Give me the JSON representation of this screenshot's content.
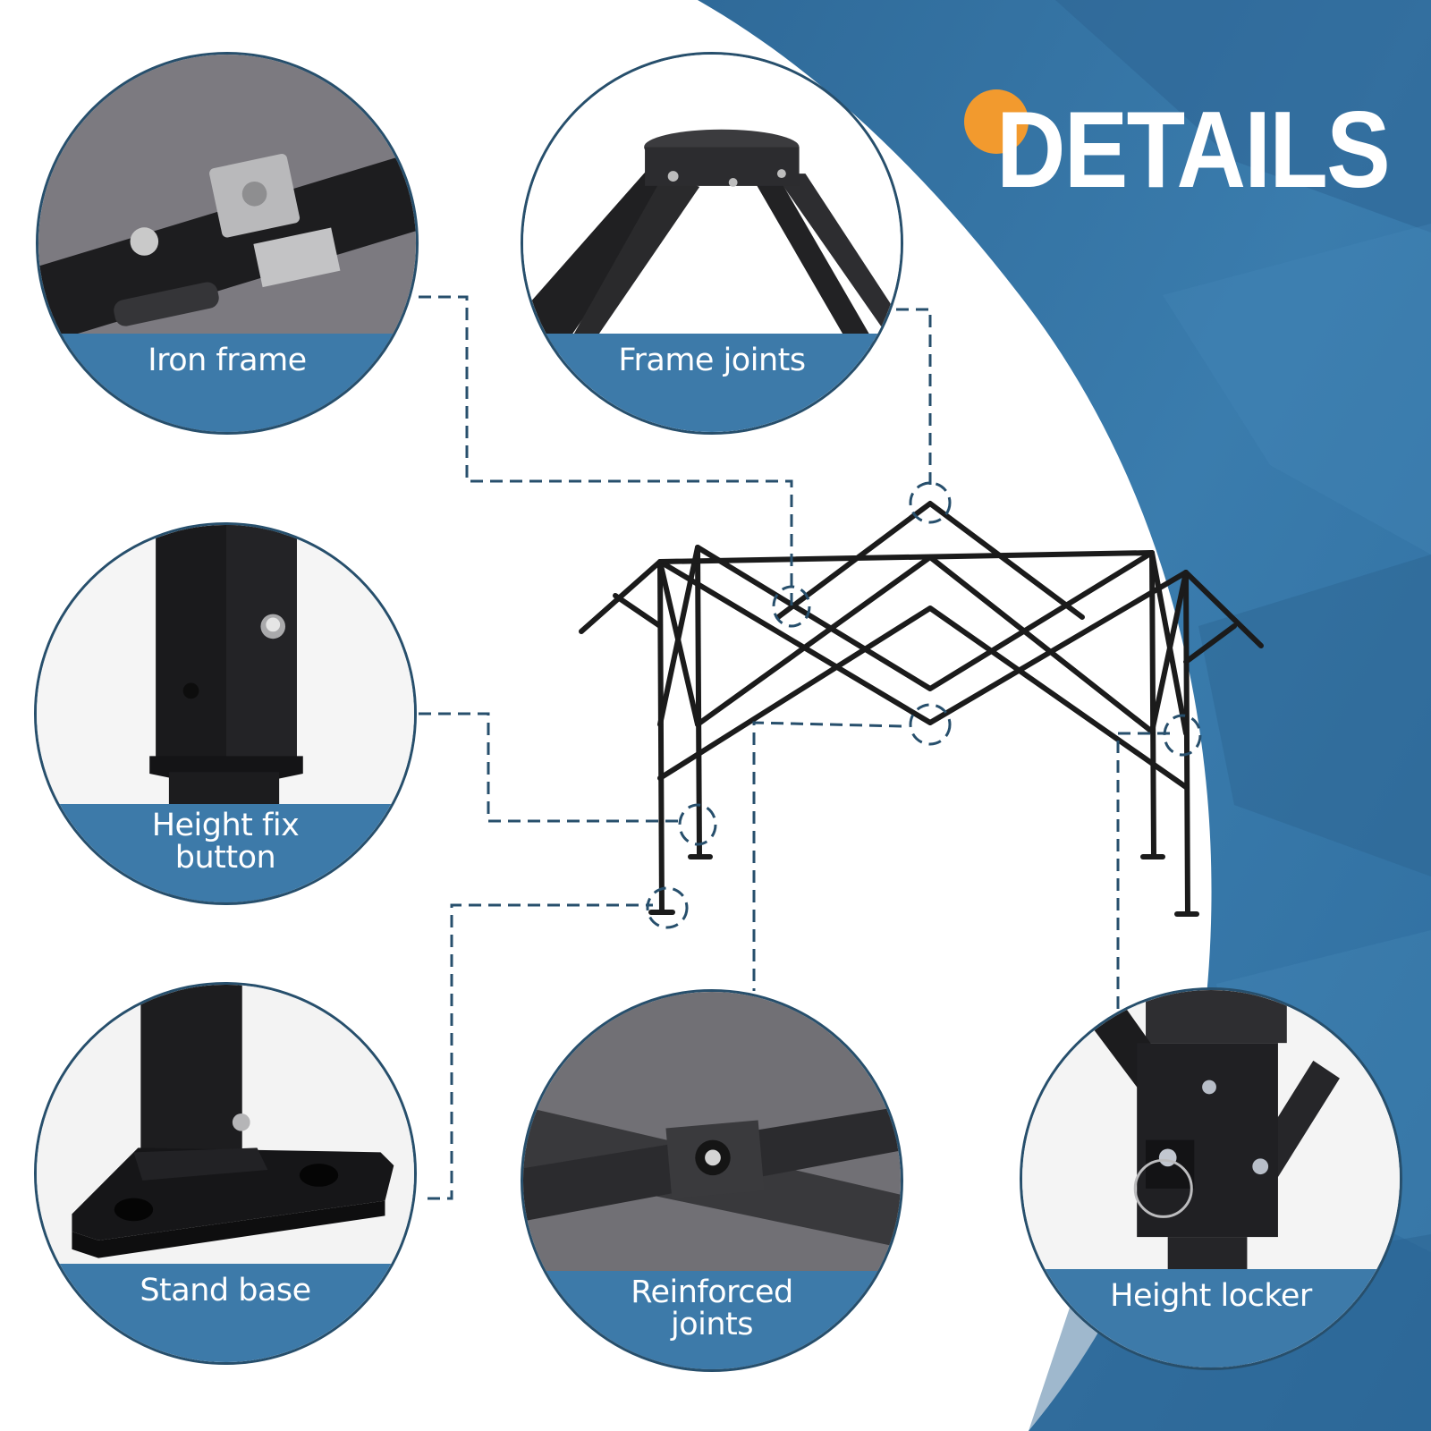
{
  "title": "DETAILS",
  "colors": {
    "accent_blue": "#3d7aa9",
    "dark_blue_outline": "#274f6c",
    "background_blue": "#3574a4",
    "orange_dot": "#f29a2e",
    "white": "#ffffff",
    "frame_black": "#1b1b1b"
  },
  "callouts": [
    {
      "id": "iron-frame",
      "label_lines": [
        "Iron frame"
      ],
      "photo": "iron-frame-bracket-closeup"
    },
    {
      "id": "frame-joints",
      "label_lines": [
        "Frame joints"
      ],
      "photo": "top-hub-joint-closeup"
    },
    {
      "id": "height-fix-button",
      "label_lines": [
        "Height fix",
        "button"
      ],
      "photo": "leg-push-button-closeup"
    },
    {
      "id": "stand-base",
      "label_lines": [
        "Stand base"
      ],
      "photo": "triangular-foot-plate-closeup"
    },
    {
      "id": "reinforced-joints",
      "label_lines": [
        "Reinforced",
        "joints"
      ],
      "photo": "scissor-truss-pivot-closeup"
    },
    {
      "id": "height-locker",
      "label_lines": [
        "Height locker"
      ],
      "photo": "pull-ring-pin-lock-closeup"
    }
  ],
  "center_image": "pop-up-canopy-frame-illustration"
}
